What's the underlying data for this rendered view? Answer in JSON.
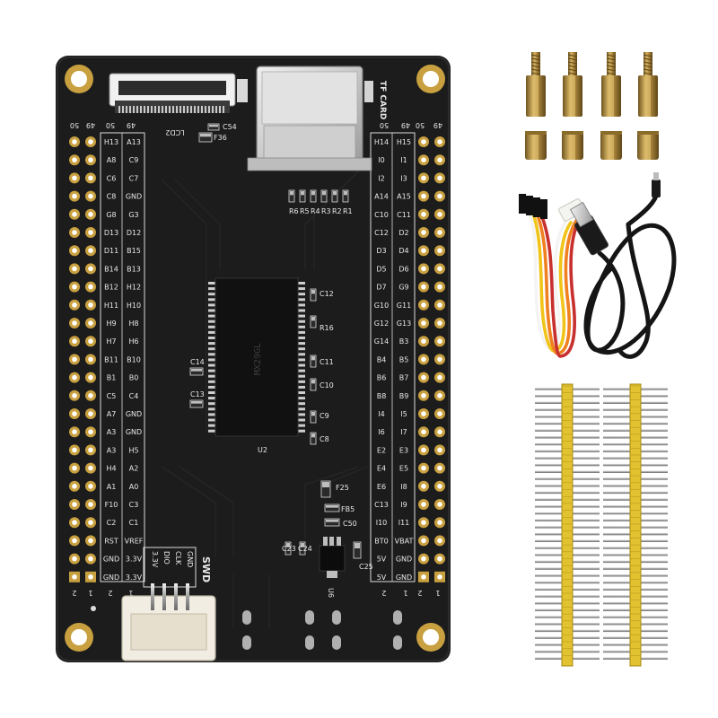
{
  "board": {
    "left_header_labels": [
      [
        "H13",
        "A13"
      ],
      [
        "A8",
        "C9"
      ],
      [
        "C6",
        "C7"
      ],
      [
        "C8",
        "GND"
      ],
      [
        "G8",
        "G3"
      ],
      [
        "D13",
        "D12"
      ],
      [
        "D11",
        "B15"
      ],
      [
        "B14",
        "B13"
      ],
      [
        "B12",
        "H12"
      ],
      [
        "H11",
        "H10"
      ],
      [
        "H9",
        "H8"
      ],
      [
        "H7",
        "H6"
      ],
      [
        "B11",
        "B10"
      ],
      [
        "B1",
        "B0"
      ],
      [
        "C5",
        "C4"
      ],
      [
        "A7",
        "GND"
      ],
      [
        "A3",
        "GND"
      ],
      [
        "A3",
        "H5"
      ],
      [
        "H4",
        "A2"
      ],
      [
        "A1",
        "A0"
      ],
      [
        "F10",
        "C3"
      ],
      [
        "C2",
        "C1"
      ],
      [
        "RST",
        "VREF"
      ],
      [
        "GND",
        "3.3V"
      ],
      [
        "GND",
        "3.3V"
      ]
    ],
    "right_header_labels": [
      [
        "H14",
        "H15"
      ],
      [
        "I0",
        "I1"
      ],
      [
        "I2",
        "I3"
      ],
      [
        "A14",
        "A15"
      ],
      [
        "C10",
        "C11"
      ],
      [
        "C12",
        "D2"
      ],
      [
        "D3",
        "D4"
      ],
      [
        "D5",
        "D6"
      ],
      [
        "D7",
        "G9"
      ],
      [
        "G10",
        "G11"
      ],
      [
        "G12",
        "G13"
      ],
      [
        "G14",
        "B3"
      ],
      [
        "B4",
        "B5"
      ],
      [
        "B6",
        "B7"
      ],
      [
        "B8",
        "B9"
      ],
      [
        "I4",
        "I5"
      ],
      [
        "I6",
        "I7"
      ],
      [
        "E2",
        "E3"
      ],
      [
        "E4",
        "E5"
      ],
      [
        "E6",
        "I8"
      ],
      [
        "C13",
        "I9"
      ],
      [
        "I10",
        "I11"
      ],
      [
        "BT0",
        "VBAT"
      ],
      [
        "5V",
        "GND"
      ],
      [
        "5V",
        "GND"
      ]
    ],
    "pin_numbers": {
      "top_a": "50",
      "top_b": "49",
      "bottom_a": "2",
      "bottom_b": "1"
    },
    "swd_label": "SWD",
    "swd_pins": [
      "3.3V",
      "DIO",
      "CLK",
      "GND"
    ],
    "tf_card_label": "TF CARD",
    "lcd_label": "LCD2",
    "chip_text": "MX29GL",
    "chip_ref": "U2",
    "regulator_ref": "U6",
    "component_refs": [
      {
        "id": "c54",
        "text": "C54"
      },
      {
        "id": "f36",
        "text": "F36"
      },
      {
        "id": "r6",
        "text": "R6"
      },
      {
        "id": "r5",
        "text": "R5"
      },
      {
        "id": "r4",
        "text": "R4"
      },
      {
        "id": "r3",
        "text": "R3"
      },
      {
        "id": "r2",
        "text": "R2"
      },
      {
        "id": "r1",
        "text": "R1"
      },
      {
        "id": "c12",
        "text": "C12"
      },
      {
        "id": "r16",
        "text": "R16"
      },
      {
        "id": "c11",
        "text": "C11"
      },
      {
        "id": "c10",
        "text": "C10"
      },
      {
        "id": "c9",
        "text": "C9"
      },
      {
        "id": "c8",
        "text": "C8"
      },
      {
        "id": "c14",
        "text": "C14"
      },
      {
        "id": "c13",
        "text": "C13"
      },
      {
        "id": "f25",
        "text": "F25"
      },
      {
        "id": "fb5",
        "text": "FB5"
      },
      {
        "id": "c50",
        "text": "C50"
      },
      {
        "id": "c23",
        "text": "C23"
      },
      {
        "id": "c24",
        "text": "C24"
      },
      {
        "id": "c25",
        "text": "C25"
      }
    ]
  },
  "accessories": {
    "standoffs_count": 4,
    "nuts_count": 4,
    "pin_header_strips": 2,
    "pin_header_pins": 40
  },
  "colors": {
    "pcb": "#1c1c1c",
    "gold": "#c8a040",
    "brass": "#a8883e",
    "header_plastic": "#e2c230",
    "cable_black": "#151515",
    "wire_yellow": "#f0c419",
    "wire_orange": "#f08020",
    "wire_red": "#c83030",
    "wire_white": "#f4f4f4"
  }
}
